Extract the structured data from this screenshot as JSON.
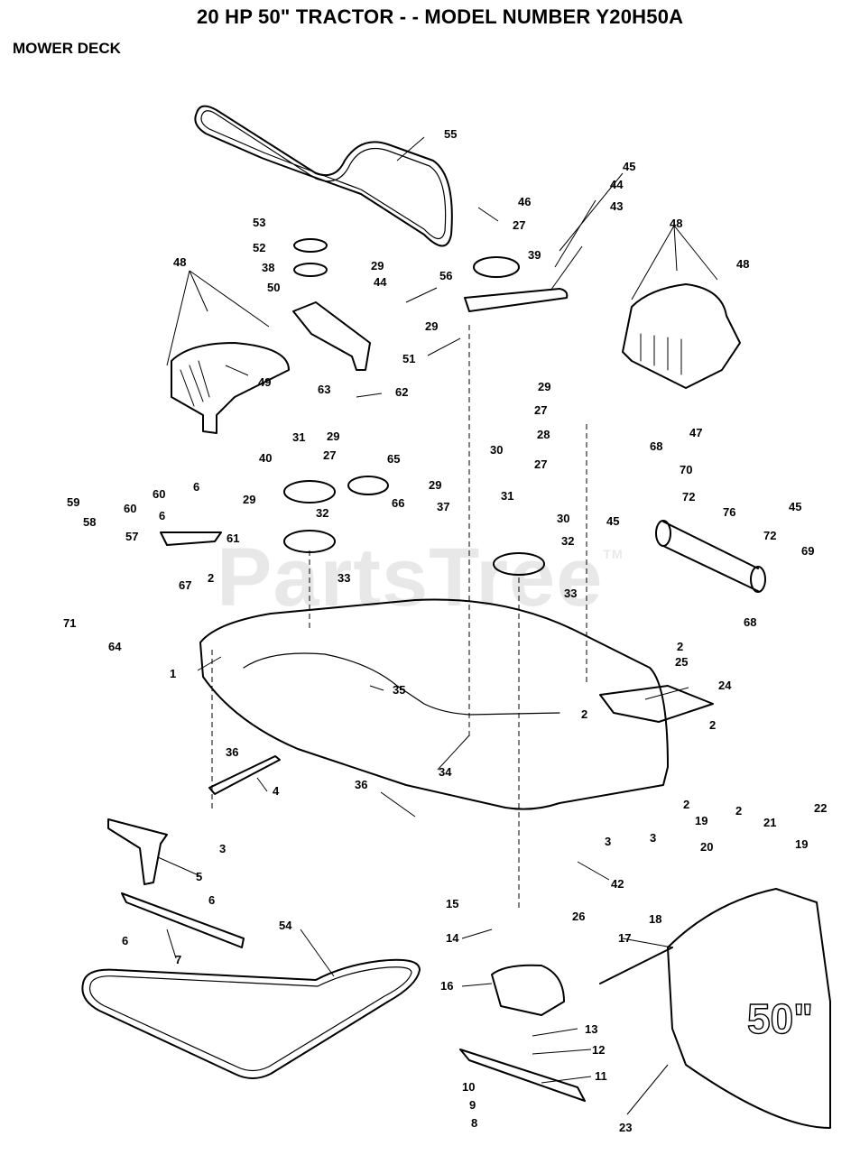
{
  "header": {
    "title": "20 HP 50\" TRACTOR - - MODEL NUMBER Y20H50A",
    "subtitle": "MOWER DECK"
  },
  "watermark": {
    "text": "PartsTree",
    "mark": "TM"
  },
  "deck_badge": "50\"",
  "callouts": [
    "55",
    "45",
    "46",
    "27",
    "44",
    "43",
    "39",
    "53",
    "52",
    "38",
    "29",
    "44",
    "56",
    "48",
    "48",
    "48",
    "50",
    "29",
    "51",
    "63",
    "62",
    "49",
    "47",
    "29",
    "27",
    "28",
    "31",
    "29",
    "27",
    "65",
    "40",
    "29",
    "30",
    "27",
    "68",
    "70",
    "6",
    "60",
    "60",
    "6",
    "29",
    "66",
    "37",
    "31",
    "30",
    "45",
    "72",
    "76",
    "45",
    "59",
    "58",
    "57",
    "61",
    "32",
    "32",
    "72",
    "69",
    "2",
    "67",
    "33",
    "33",
    "68",
    "71",
    "64",
    "1",
    "2",
    "25",
    "35",
    "24",
    "2",
    "2",
    "36",
    "34",
    "4",
    "36",
    "2",
    "19",
    "2",
    "21",
    "22",
    "3",
    "3",
    "3",
    "20",
    "19",
    "42",
    "5",
    "15",
    "26",
    "6",
    "18",
    "17",
    "14",
    "6",
    "7",
    "54",
    "16",
    "13",
    "12",
    "11",
    "10",
    "9",
    "8",
    "23"
  ]
}
